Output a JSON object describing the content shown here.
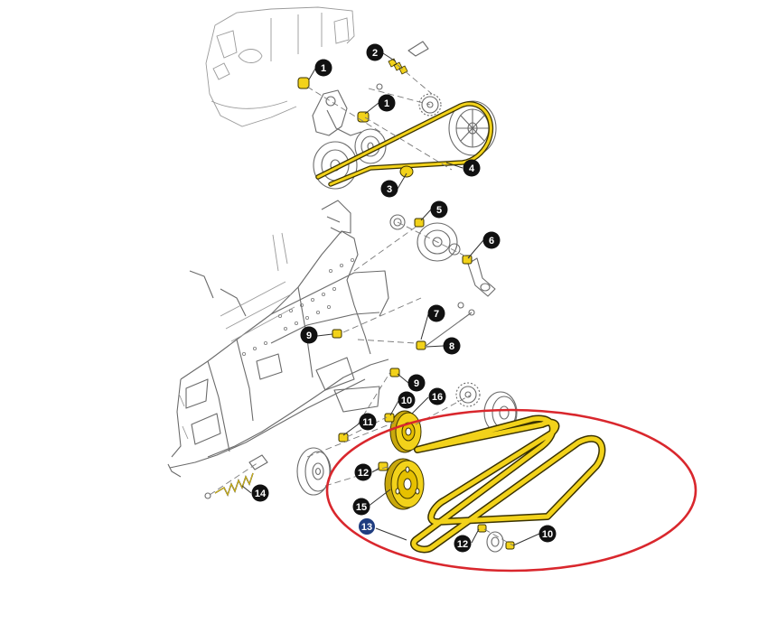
{
  "colors": {
    "belt_fill": "#f2d21a",
    "belt_edge": "#3a3200",
    "part_highlight": "#f2d21a",
    "callout_fill": "#111111",
    "callout_13_fill": "#1f3d80",
    "highlight_ellipse": "#d9272d",
    "line_art": "#6b6b6b"
  },
  "callouts": [
    {
      "id": "c1a",
      "label": "1"
    },
    {
      "id": "c1b",
      "label": "1"
    },
    {
      "id": "c2",
      "label": "2"
    },
    {
      "id": "c3",
      "label": "3"
    },
    {
      "id": "c4",
      "label": "4"
    },
    {
      "id": "c5",
      "label": "5"
    },
    {
      "id": "c6",
      "label": "6"
    },
    {
      "id": "c7",
      "label": "7"
    },
    {
      "id": "c8",
      "label": "8"
    },
    {
      "id": "c9a",
      "label": "9"
    },
    {
      "id": "c9b",
      "label": "9"
    },
    {
      "id": "c10a",
      "label": "10"
    },
    {
      "id": "c10b",
      "label": "10"
    },
    {
      "id": "c11",
      "label": "11"
    },
    {
      "id": "c12a",
      "label": "12"
    },
    {
      "id": "c12b",
      "label": "12"
    },
    {
      "id": "c13",
      "label": "13"
    },
    {
      "id": "c14",
      "label": "14"
    },
    {
      "id": "c15",
      "label": "15"
    },
    {
      "id": "c16",
      "label": "16"
    }
  ]
}
